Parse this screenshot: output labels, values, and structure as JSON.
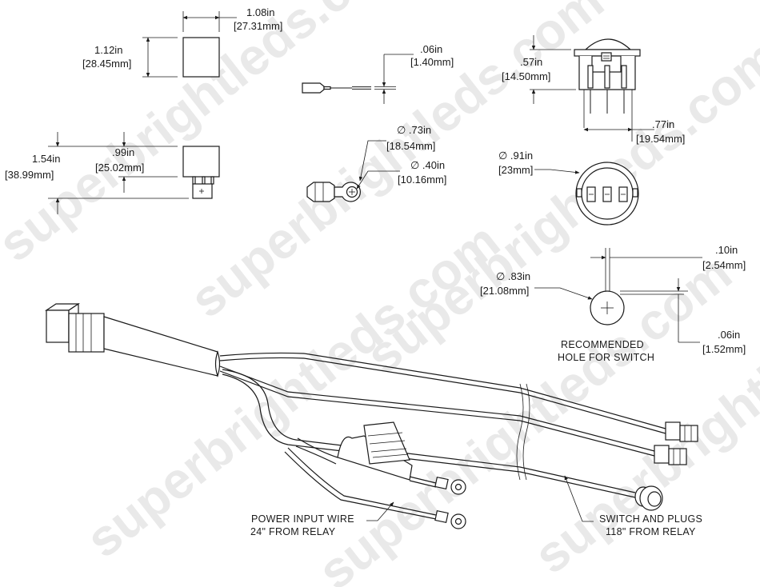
{
  "watermark": "superbrightleds.com",
  "relay_top": {
    "width_in": "1.08in",
    "width_mm": "[27.31mm]",
    "height_in": "1.12in",
    "height_mm": "[28.45mm]"
  },
  "relay_side": {
    "total_in": "1.54in",
    "total_mm": "[38.99mm]",
    "body_in": ".99in",
    "body_mm": "[25.02mm]"
  },
  "spade_terminal": {
    "thickness_in": ".06in",
    "thickness_mm": "[1.40mm]"
  },
  "ring_terminal": {
    "outer_in": "∅ .73in",
    "outer_mm": "[18.54mm]",
    "hole_in": "∅ .40in",
    "hole_mm": "[10.16mm]"
  },
  "switch_side": {
    "height_in": ".57in",
    "height_mm": "[14.50mm]",
    "width_in": ".77in",
    "width_mm": "[19.54mm]"
  },
  "switch_front": {
    "dia_in": "∅ .91in",
    "dia_mm": "[23mm]"
  },
  "hole": {
    "dia_in": "∅ .83in",
    "dia_mm": "[21.08mm]",
    "notch_w_in": ".10in",
    "notch_w_mm": "[2.54mm]",
    "notch_d_in": ".06in",
    "notch_d_mm": "[1.52mm]",
    "caption_1": "RECOMMENDED",
    "caption_2": "HOLE FOR SWITCH"
  },
  "harness": {
    "power_1": "POWER INPUT WIRE",
    "power_2": "24\" FROM RELAY",
    "switch_1": "SWITCH AND PLUGS",
    "switch_2": "118\" FROM RELAY"
  }
}
